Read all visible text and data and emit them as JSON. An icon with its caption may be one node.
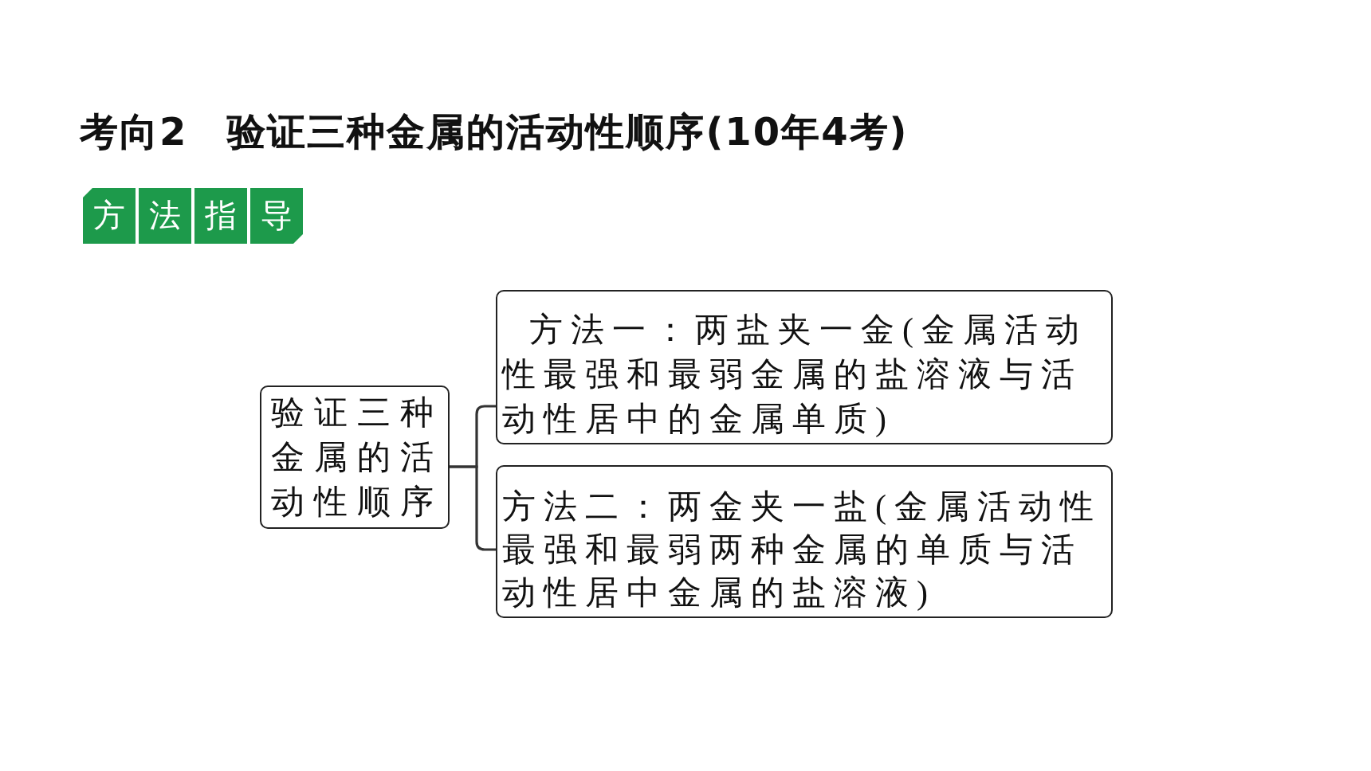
{
  "diagram": {
    "title": "考向2　验证三种金属的活动性顺序(10年4考)",
    "nodes": [
      {
        "text": [
          "验证三种金属的活动性顺序"
        ]
      },
      {
        "text": [
          "方法一：两盐夹一金(金属活动性最强和最弱金属的盐溶液与活动性居中的金属单质)"
        ]
      },
      {
        "text": [
          "方法二：两金夹一盐(金属活动性最强和最弱两种金属的单质与活动性居中金属的盐溶液)"
        ]
      }
    ],
    "edges": [
      {
        "from": 0,
        "to": 1,
        "arrow": "none"
      },
      {
        "from": 0,
        "to": 2,
        "arrow": "none"
      }
    ],
    "labels": [
      "方法指导"
    ]
  }
}
